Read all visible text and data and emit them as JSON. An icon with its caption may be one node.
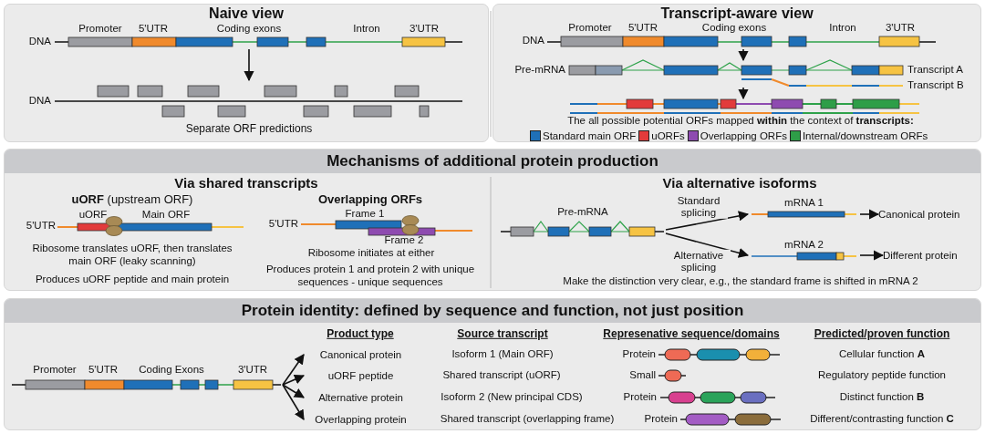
{
  "diagram": {
    "nodes": [
      {
        "text": [
          "Naive view"
        ]
      },
      {
        "text": [],
        "shape": "picture",
        "in": 0,
        "beside": [
          "DNA",
          "Promoter",
          "5'UTR",
          "Coding exons",
          "Intron",
          "3'UTR"
        ]
      },
      {
        "text": [],
        "shape": "picture",
        "in": 0,
        "beside": [
          "DNA",
          "Separate ORF predictions"
        ]
      },
      {
        "text": [
          "Transcript-aware view"
        ]
      },
      {
        "text": [],
        "shape": "picture",
        "in": 3,
        "beside": [
          "DNA",
          "Promoter",
          "5'UTR",
          "Coding exons",
          "Intron",
          "3'UTR"
        ]
      },
      {
        "text": [],
        "shape": "picture",
        "in": 3,
        "beside": [
          "Pre-mRNA",
          "Transcript A",
          "Transcript B"
        ]
      },
      {
        "text": [],
        "shape": "picture",
        "in": 3,
        "beside": [
          "The all possible potential ORFs mapped **within** the context of **transcripts:**"
        ]
      },
      {
        "text": [
          "Mechanisms of additional protein production"
        ]
      },
      {
        "text": [
          "Pre-mRNA"
        ],
        "in": 7
      },
      {
        "text": [
          "mRNA 1"
        ],
        "in": 7
      },
      {
        "text": [
          "mRNA 2"
        ],
        "in": 7
      },
      {
        "text": [
          "Canonical protein"
        ],
        "in": 7
      },
      {
        "text": [
          "Different protein"
        ],
        "in": 7
      },
      {
        "text": [
          "Protein identity: defined by sequence and function, not just position"
        ]
      },
      {
        "text": [],
        "shape": "picture",
        "in": 13,
        "beside": [
          "Promoter",
          "5'UTR",
          "Coding Exons",
          "3'UTR"
        ]
      },
      {
        "text": [
          "Canonical protein"
        ],
        "in": 13
      },
      {
        "text": [
          "uORF peptide"
        ],
        "in": 13
      },
      {
        "text": [
          "Alternative protein"
        ],
        "in": 13
      },
      {
        "text": [
          "Overlapping protein"
        ],
        "in": 13
      }
    ],
    "edges": [
      {
        "from": 1,
        "to": 2,
        "arrow": "to"
      },
      {
        "from": 4,
        "to": 5,
        "arrow": "to"
      },
      {
        "from": 5,
        "to": 6,
        "arrow": "to"
      },
      {
        "from": 8,
        "to": 9,
        "arrow": "to",
        "label": "Standard splicing"
      },
      {
        "from": 8,
        "to": 10,
        "arrow": "to",
        "label": "Alternative splicing"
      },
      {
        "from": 9,
        "to": 11,
        "arrow": "to"
      },
      {
        "from": 10,
        "to": 12,
        "arrow": "to"
      },
      {
        "from": 14,
        "to": 15,
        "arrow": "to"
      },
      {
        "from": 14,
        "to": 16,
        "arrow": "to"
      },
      {
        "from": 14,
        "to": 17,
        "arrow": "to"
      },
      {
        "from": 14,
        "to": 18,
        "arrow": "to"
      }
    ],
    "labels": [
      "Via shared transcripts",
      "**uORF** (upstream ORF)",
      "uORF",
      "Main ORF",
      "5'UTR",
      "Ribosome translates uORF, then translates main ORF (leaky scanning)",
      "Produces uORF peptide and main protein",
      "Overlapping ORFs",
      "Frame 1",
      "5'UTR",
      "Frame 2",
      "Ribosome initiates at either",
      "Produces protein 1 and protein 2 with unique sequences - unique sequences",
      "Via alternative isoforms",
      "Make the distinction very clear, e.g., the standard frame is shifted in mRNA 2",
      "Product type",
      "Source transcript",
      "Represenative sequence/domains",
      "Predicted/proven function",
      "Isoform 1 (Main ORF)",
      "Protein",
      "Cellular function **A**",
      "Shared transcript (uORF)",
      "Small",
      "Regulatory peptide function",
      "Isoform 2 (New principal CDS)",
      "Protein",
      "Distinct function **B**",
      "Shared transcript (overlapping frame)",
      "Protein",
      "Different/contrasting function **C**"
    ],
    "legend": [
      {
        "text": "Standard main ORF",
        "color": "#1f70b8"
      },
      {
        "text": "uORFs",
        "color": "#e23b3b"
      },
      {
        "text": "Overlapping ORFs",
        "color": "#8e4bb0"
      },
      {
        "text": "Internal/downstream ORFs",
        "color": "#2e9e48"
      }
    ]
  }
}
